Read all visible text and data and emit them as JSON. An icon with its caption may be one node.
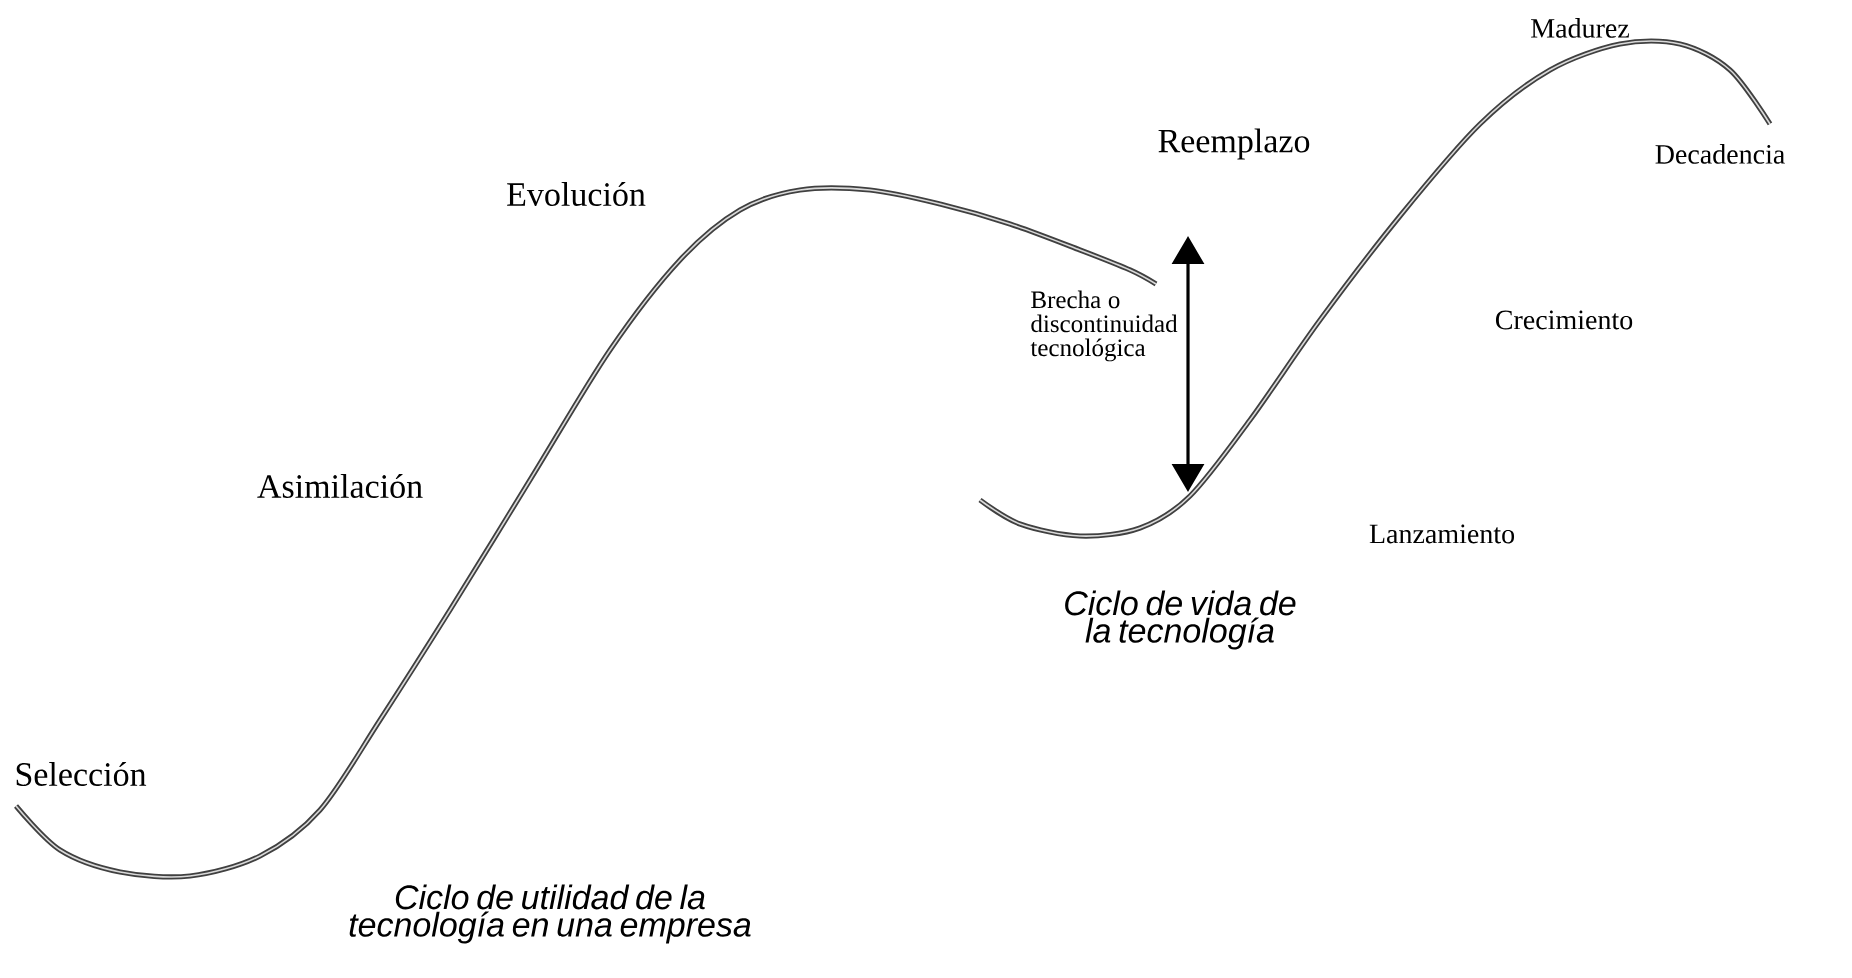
{
  "diagram": {
    "labels": [
      "Madurez",
      "Reemplazo",
      "Decadencia",
      "Evolución",
      "Brecha o discontinuidad tecnológica",
      "Crecimiento",
      "Asimilación",
      "Lanzamiento",
      "Ciclo de vida de la tecnología",
      "Selección",
      "Ciclo de utilidad de la tecnología en una empresa"
    ]
  }
}
